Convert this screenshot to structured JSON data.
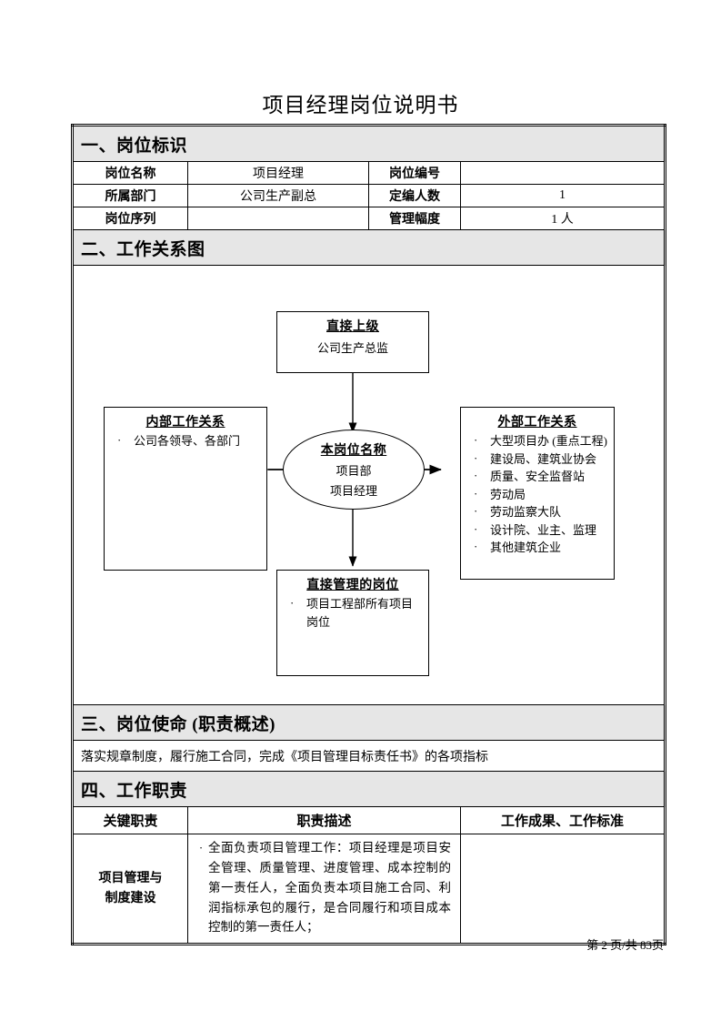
{
  "document": {
    "title": "项目经理岗位说明书",
    "footer": "第 2 页/共 83页"
  },
  "sections": {
    "identity": {
      "heading": "一、岗位标识",
      "rows": [
        {
          "label1": "岗位名称",
          "value1": "项目经理",
          "label2": "岗位编号",
          "value2": ""
        },
        {
          "label1": "所属部门",
          "value1": "公司生产副总",
          "label2": "定编人数",
          "value2": "1"
        },
        {
          "label1": "岗位序列",
          "value1": "",
          "label2": "管理幅度",
          "value2": "1 人"
        }
      ]
    },
    "relations": {
      "heading": "二、工作关系图",
      "superior": {
        "title": "直接上级",
        "subtitle": "公司生产总监"
      },
      "center": {
        "title": "本岗位名称",
        "line1": "项目部",
        "line2": "项目经理"
      },
      "internal": {
        "title": "内部工作关系",
        "items": [
          "公司各领导、各部门"
        ]
      },
      "external": {
        "title": "外部工作关系",
        "items": [
          "大型项目办 (重点工程)",
          "建设局、建筑业协会",
          "质量、安全监督站",
          "劳动局",
          "劳动监察大队",
          "设计院、业主、监理",
          "其他建筑企业"
        ]
      },
      "subordinates": {
        "title": "直接管理的岗位",
        "items": [
          "项目工程部所有项目岗位"
        ]
      }
    },
    "mission": {
      "heading": "三、岗位使命 (职责概述)",
      "body": "落实规章制度，履行施工合同，完成《项目管理目标责任书》的各项指标"
    },
    "duties": {
      "heading": "四、工作职责",
      "columns": [
        "关键职责",
        "职责描述",
        "工作成果、工作标准"
      ],
      "rows": [
        {
          "key": "项目管理与制度建设",
          "key_line1": "项目管理与",
          "key_line2": "制度建设",
          "description": "全面负责项目管理工作：项目经理是项目安全管理、质量管理、进度管理、成本控制的第一责任人，全面负责本项目施工合同、利润指标承包的履行，是合同履行和项目成本控制的第一责任人；",
          "output": ""
        }
      ]
    }
  }
}
